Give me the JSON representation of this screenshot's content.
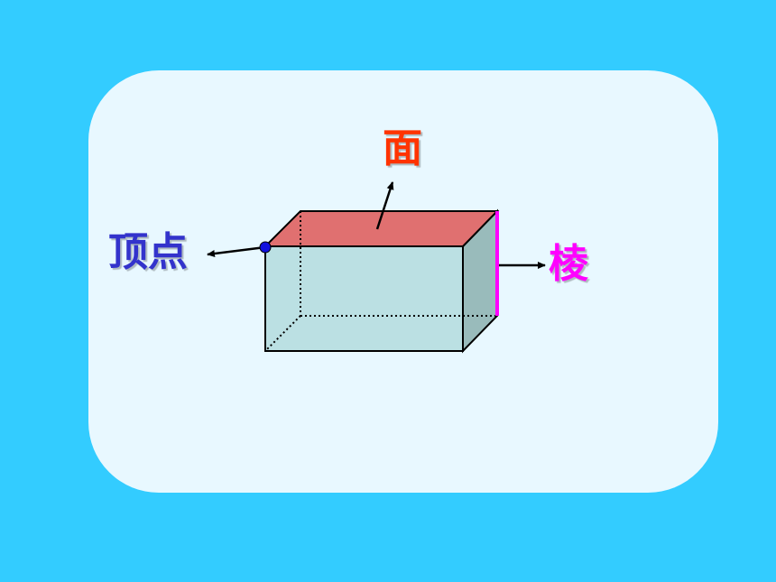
{
  "labels": {
    "face": "面",
    "vertex": "顶点",
    "edge": "棱"
  },
  "colors": {
    "background": "#33CCFF",
    "panel": "#E8F8FF",
    "box_front": "#BBE0E3",
    "box_side": "#99BBBB",
    "box_top": "#E07070",
    "box_outline": "#000000",
    "face_label": "#FF3300",
    "vertex_label": "#3333CC",
    "edge_label": "#FF00FF",
    "vertex_dot": "#1111DD",
    "highlighted_edge": "#FF00FF"
  }
}
